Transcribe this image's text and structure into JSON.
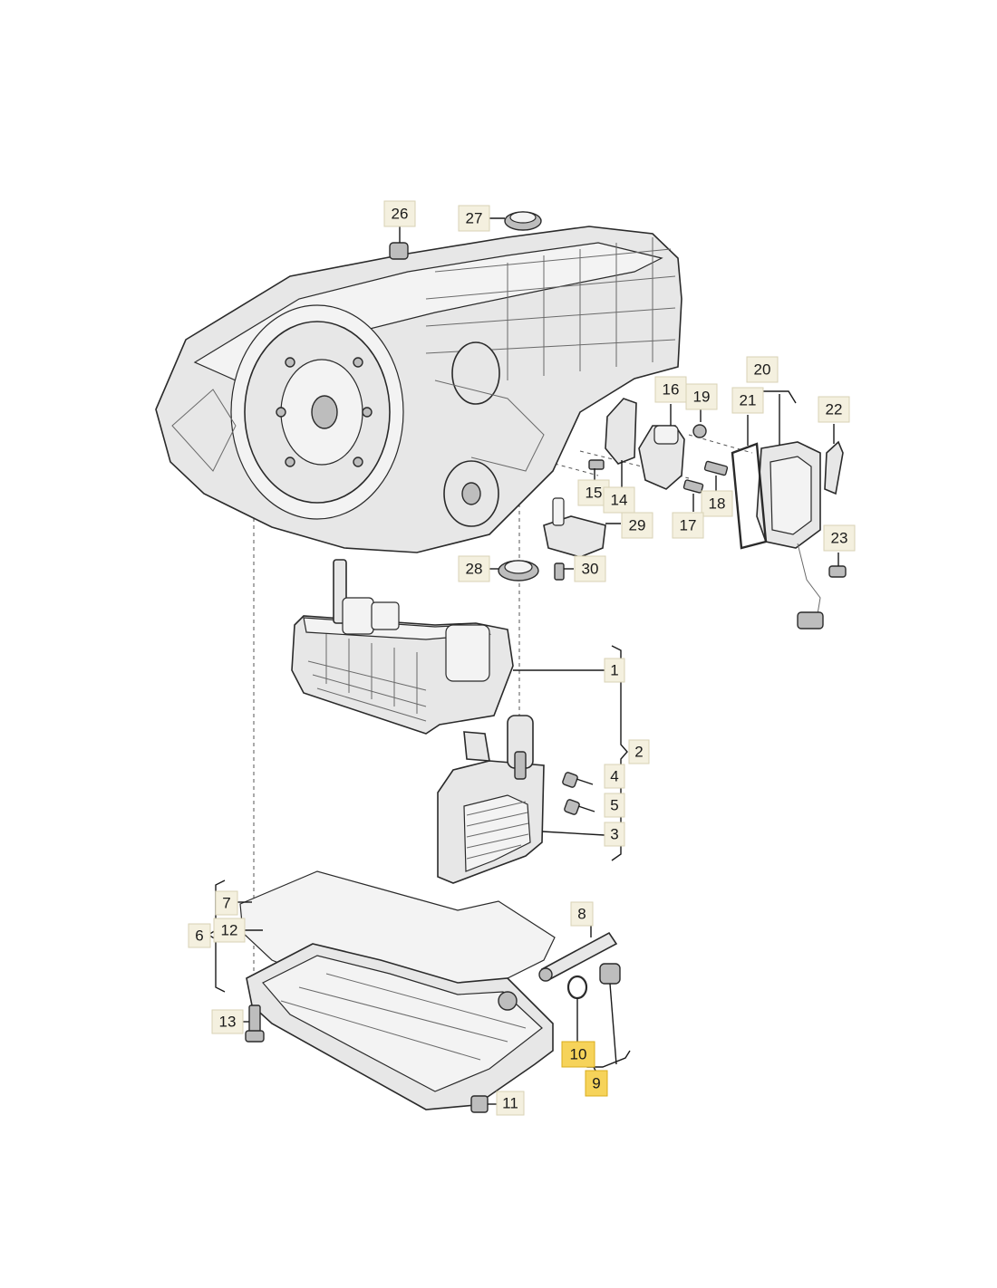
{
  "callouts": [
    {
      "id": "1",
      "label": "1",
      "highlighted": false
    },
    {
      "id": "2",
      "label": "2",
      "highlighted": false
    },
    {
      "id": "3",
      "label": "3",
      "highlighted": false
    },
    {
      "id": "4",
      "label": "4",
      "highlighted": false
    },
    {
      "id": "5",
      "label": "5",
      "highlighted": false
    },
    {
      "id": "6",
      "label": "6",
      "highlighted": false
    },
    {
      "id": "7",
      "label": "7",
      "highlighted": false
    },
    {
      "id": "8",
      "label": "8",
      "highlighted": false
    },
    {
      "id": "9",
      "label": "9",
      "highlighted": true
    },
    {
      "id": "10",
      "label": "10",
      "highlighted": true
    },
    {
      "id": "11",
      "label": "11",
      "highlighted": false
    },
    {
      "id": "12",
      "label": "12",
      "highlighted": false
    },
    {
      "id": "13",
      "label": "13",
      "highlighted": false
    },
    {
      "id": "14",
      "label": "14",
      "highlighted": false
    },
    {
      "id": "15",
      "label": "15",
      "highlighted": false
    },
    {
      "id": "16",
      "label": "16",
      "highlighted": false
    },
    {
      "id": "17",
      "label": "17",
      "highlighted": false
    },
    {
      "id": "18",
      "label": "18",
      "highlighted": false
    },
    {
      "id": "19",
      "label": "19",
      "highlighted": false
    },
    {
      "id": "20",
      "label": "20",
      "highlighted": false
    },
    {
      "id": "21",
      "label": "21",
      "highlighted": false
    },
    {
      "id": "22",
      "label": "22",
      "highlighted": false
    },
    {
      "id": "23",
      "label": "23",
      "highlighted": false
    },
    {
      "id": "26",
      "label": "26",
      "highlighted": false
    },
    {
      "id": "27",
      "label": "27",
      "highlighted": false
    },
    {
      "id": "28",
      "label": "28",
      "highlighted": false
    },
    {
      "id": "29",
      "label": "29",
      "highlighted": false
    },
    {
      "id": "30",
      "label": "30",
      "highlighted": false
    }
  ],
  "colors": {
    "callout_fill": "#f4f0df",
    "callout_highlight_fill": "#f6d35a",
    "line": "#1a1a1a",
    "part_fill": "#e7e7e7"
  }
}
